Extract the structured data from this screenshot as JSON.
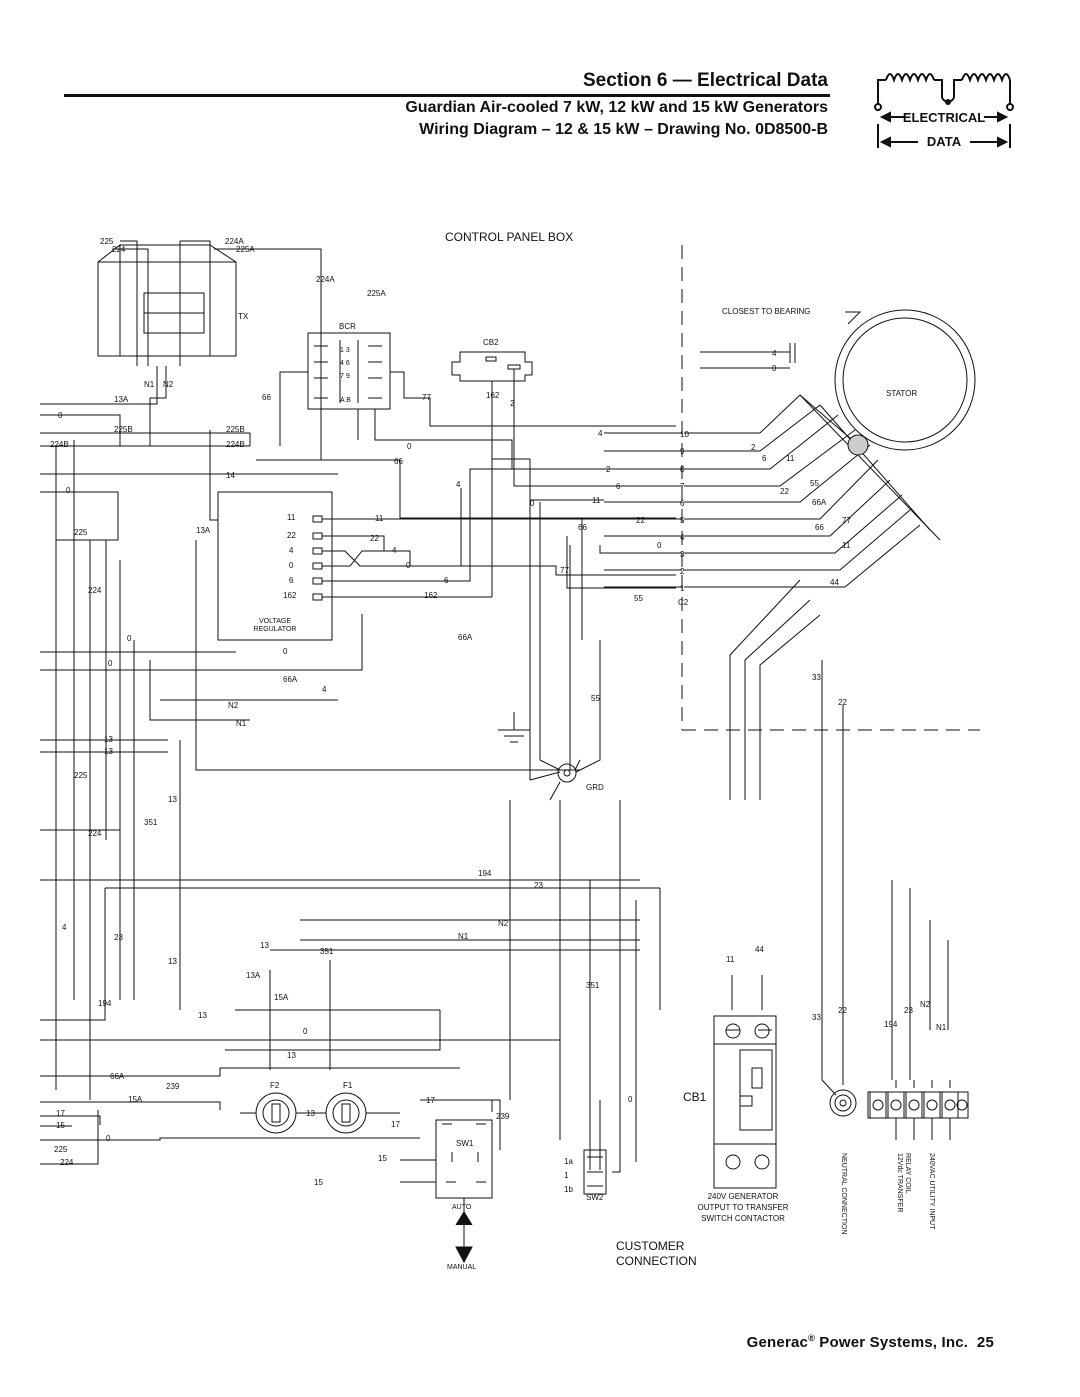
{
  "header": {
    "section_title": "Section 6 — Electrical Data",
    "subtitle_line1": "Guardian Air-cooled 7 kW, 12 kW and 15 kW Generators",
    "subtitle_line2": "Wiring Diagram – 12 & 15 kW – Drawing No. 0D8500-B",
    "badge_line1": "ELECTRICAL",
    "badge_line2": "DATA"
  },
  "diagram": {
    "control_panel_box": "CONTROL PANEL BOX",
    "closest_to_bearing": "CLOSEST TO BEARING",
    "stator": "STATOR",
    "tx": "TX",
    "bcr": "BCR",
    "cb2": "CB2",
    "cb1": "CB1",
    "c2": "C2",
    "grd": "GRD",
    "voltage_regulator_1": "VOLTAGE",
    "voltage_regulator_2": "REGULATOR",
    "sw1": "SW1",
    "sw2": "SW2",
    "auto": "AUTO",
    "manual": "MANUAL",
    "f1": "F1",
    "f2": "F2",
    "customer_connection_1": "CUSTOMER",
    "customer_connection_2": "CONNECTION",
    "gen_output_1": "240V GENERATOR",
    "gen_output_2": "OUTPUT TO TRANSFER",
    "gen_output_3": "SWITCH CONTACTOR",
    "neutral_connection": "NEUTRAL CONNECTION",
    "transfer_relay_1": "12Vdc TRANSFER",
    "transfer_relay_2": "RELAY COIL",
    "utility_input": "240VAC UTILITY INPUT"
  },
  "footer": {
    "company": "Generac",
    "reg": "®",
    "rest": " Power Systems, Inc.",
    "page": "25"
  }
}
